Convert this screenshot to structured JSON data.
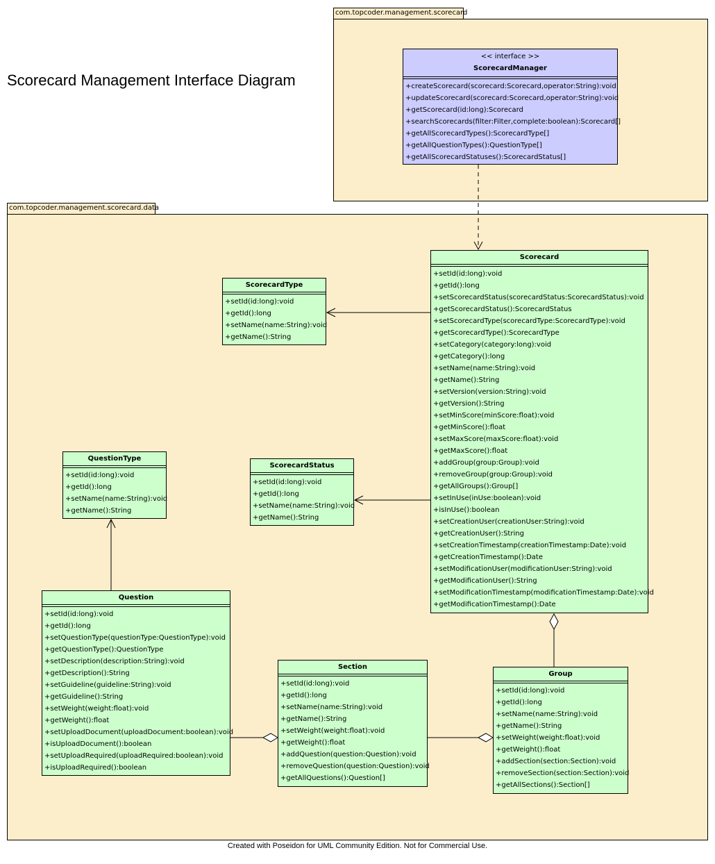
{
  "title": "Scorecard Management Interface Diagram",
  "footer": "Created with Poseidon for UML Community Edition. Not for Commercial Use.",
  "packages": {
    "scorecard": "com.topcoder.management.scorecard",
    "data": "com.topcoder.management.scorecard.data"
  },
  "classes": {
    "manager": {
      "stereotype": "<< interface >>",
      "name": "ScorecardManager",
      "ops": [
        "+createScorecard(scorecard:Scorecard,operator:String):void",
        "+updateScorecard(scorecard:Scorecard,operator:String):void",
        "+getScorecard(id:long):Scorecard",
        "+searchScorecards(filter:Filter,complete:boolean):Scorecard[]",
        "+getAllScorecardTypes():ScorecardType[]",
        "+getAllQuestionTypes():QuestionType[]",
        "+getAllScorecardStatuses():ScorecardStatus[]"
      ]
    },
    "scorecard": {
      "name": "Scorecard",
      "ops": [
        "+setId(id:long):void",
        "+getId():long",
        "+setScorecardStatus(scorecardStatus:ScorecardStatus):void",
        "+getScorecardStatus():ScorecardStatus",
        "+setScorecardType(scorecardType:ScorecardType):void",
        "+getScorecardType():ScorecardType",
        "+setCategory(category:long):void",
        "+getCategory():long",
        "+setName(name:String):void",
        "+getName():String",
        "+setVersion(version:String):void",
        "+getVersion():String",
        "+setMinScore(minScore:float):void",
        "+getMinScore():float",
        "+setMaxScore(maxScore:float):void",
        "+getMaxScore():float",
        "+addGroup(group:Group):void",
        "+removeGroup(group:Group):void",
        "+getAllGroups():Group[]",
        "+setInUse(inUse:boolean):void",
        "+isInUse():boolean",
        "+setCreationUser(creationUser:String):void",
        "+getCreationUser():String",
        "+setCreationTimestamp(creationTimestamp:Date):void",
        "+getCreationTimestamp():Date",
        "+setModificationUser(modificationUser:String):void",
        "+getModificationUser():String",
        "+setModificationTimestamp(modificationTimestamp:Date):void",
        "+getModificationTimestamp():Date"
      ]
    },
    "scorecardType": {
      "name": "ScorecardType",
      "ops": [
        "+setId(id:long):void",
        "+getId():long",
        "+setName(name:String):void",
        "+getName():String"
      ]
    },
    "scorecardStatus": {
      "name": "ScorecardStatus",
      "ops": [
        "+setId(id:long):void",
        "+getId():long",
        "+setName(name:String):void",
        "+getName():String"
      ]
    },
    "questionType": {
      "name": "QuestionType",
      "ops": [
        "+setId(id:long):void",
        "+getId():long",
        "+setName(name:String):void",
        "+getName():String"
      ]
    },
    "question": {
      "name": "Question",
      "ops": [
        "+setId(id:long):void",
        "+getId():long",
        "+setQuestionType(questionType:QuestionType):void",
        "+getQuestionType():QuestionType",
        "+setDescription(description:String):void",
        "+getDescription():String",
        "+setGuideline(guideline:String):void",
        "+getGuideline():String",
        "+setWeight(weight:float):void",
        "+getWeight():float",
        "+setUploadDocument(uploadDocument:boolean):void",
        "+isUploadDocument():boolean",
        "+setUploadRequired(uploadRequired:boolean):void",
        "+isUploadRequired():boolean"
      ]
    },
    "section": {
      "name": "Section",
      "ops": [
        "+setId(id:long):void",
        "+getId():long",
        "+setName(name:String):void",
        "+getName():String",
        "+setWeight(weight:float):void",
        "+getWeight():float",
        "+addQuestion(question:Question):void",
        "+removeQuestion(question:Question):void",
        "+getAllQuestions():Question[]"
      ]
    },
    "group": {
      "name": "Group",
      "ops": [
        "+setId(id:long):void",
        "+getId():long",
        "+setName(name:String):void",
        "+getName():String",
        "+setWeight(weight:float):void",
        "+getWeight():float",
        "+addSection(section:Section):void",
        "+removeSection(section:Section):void",
        "+getAllSections():Section[]"
      ]
    }
  },
  "colors": {
    "package_fill": "#fdeecb",
    "class_fill": "#ccffcc",
    "interface_fill": "#ccccff",
    "line": "#000000"
  }
}
